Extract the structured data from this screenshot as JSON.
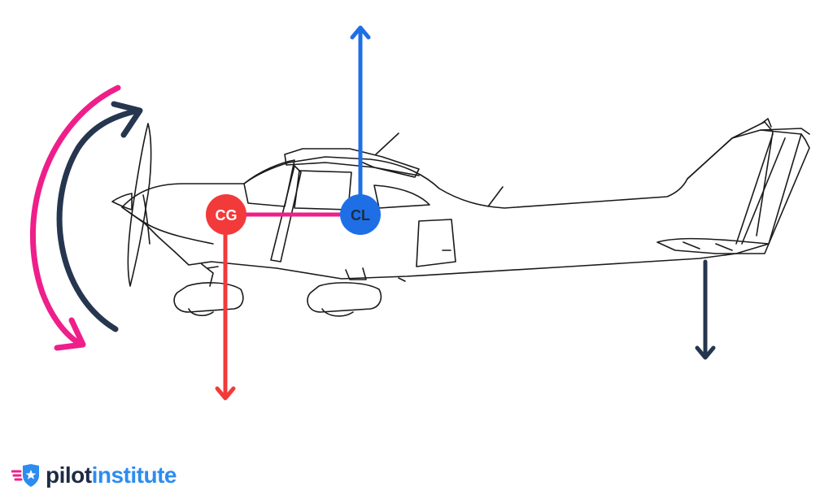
{
  "diagram": {
    "markers": {
      "cg": {
        "label": "CG"
      },
      "cl": {
        "label": "CL"
      }
    }
  },
  "logo": {
    "brand_part1": "pilot",
    "brand_part2": "institute",
    "icon": "winged-star-shield-icon"
  },
  "colors": {
    "cg": "#f23a3a",
    "cl": "#1e6fe6",
    "moment_line": "#ee1f8a",
    "tail_force": "#26364f",
    "nose_down_arrow": "#ee1f8a",
    "nose_up_arrow": "#26364f",
    "outline": "#1a1a1a",
    "brand_dark": "#1d2b44",
    "brand_blue": "#2d8cf0"
  }
}
